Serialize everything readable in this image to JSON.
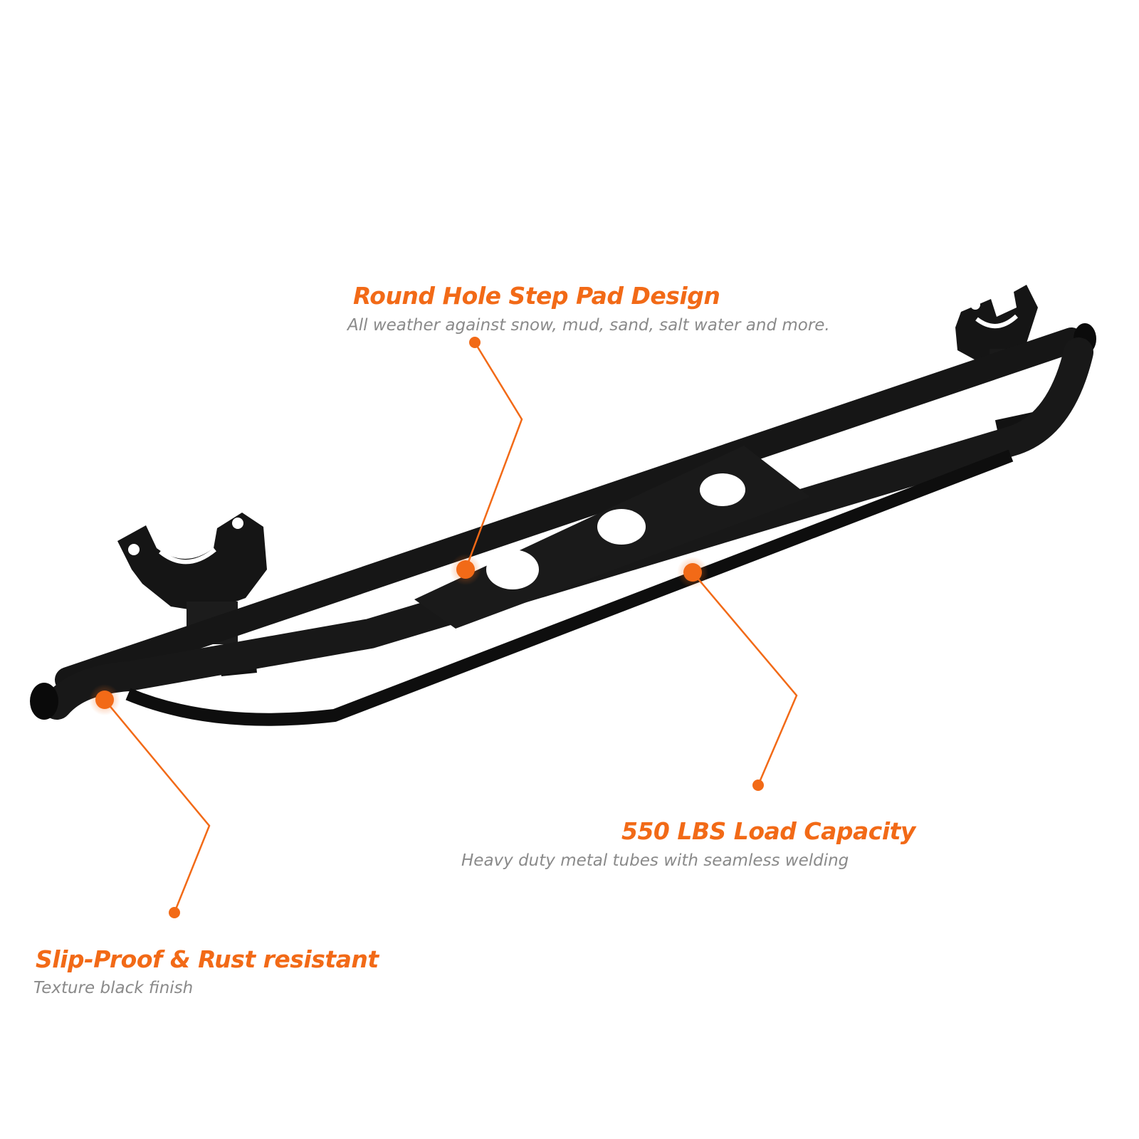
{
  "colors": {
    "accent": "#f26a17",
    "subtitle": "#8a8a8a",
    "product": "#141414",
    "background": "#ffffff"
  },
  "product": {
    "name_icon": "side-step-rail"
  },
  "callouts": {
    "step_pad": {
      "title": "Round Hole Step Pad Design",
      "subtitle": "All weather against snow, mud, sand, salt water and more."
    },
    "load": {
      "title": "550 LBS Load Capacity",
      "subtitle": "Heavy duty metal tubes with seamless welding"
    },
    "finish": {
      "title": "Slip-Proof & Rust resistant",
      "subtitle": "Texture black finish"
    }
  }
}
